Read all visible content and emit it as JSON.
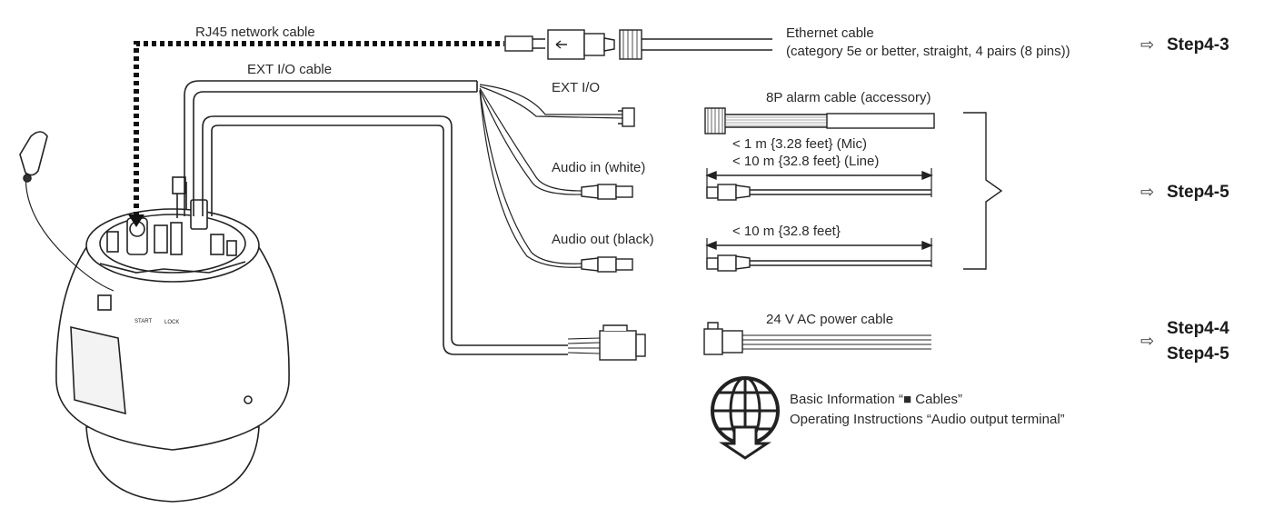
{
  "labels": {
    "rj45": "RJ45 network cable",
    "ext_io_cable": "EXT I/O cable",
    "ext_io": "EXT I/O",
    "audio_in": "Audio in (white)",
    "audio_out": "Audio out (black)",
    "ethernet_line1": "Ethernet cable",
    "ethernet_line2": "(category 5e or better, straight, 4 pairs (8 pins))",
    "alarm_cable": "8P alarm cable (accessory)",
    "mic_length": "< 1 m {3.28 feet} (Mic)",
    "line_length": "< 10 m {32.8 feet} (Line)",
    "audio_out_length": "< 10 m {32.8 feet}",
    "power_cable": "24 V AC power cable",
    "info_line1": "Basic Information “■ Cables”",
    "info_line2": "Operating Instructions “Audio output terminal”"
  },
  "camera_marks": {
    "start": "START",
    "lock": "LOCK"
  },
  "steps": {
    "step_ethernet": "Step4-3",
    "step_audio": "Step4-5",
    "step_power_a": "Step4-4",
    "step_power_b": "Step4-5"
  },
  "icons": {
    "step_arrow": "⇨",
    "web_reference": "globe-download-icon"
  }
}
